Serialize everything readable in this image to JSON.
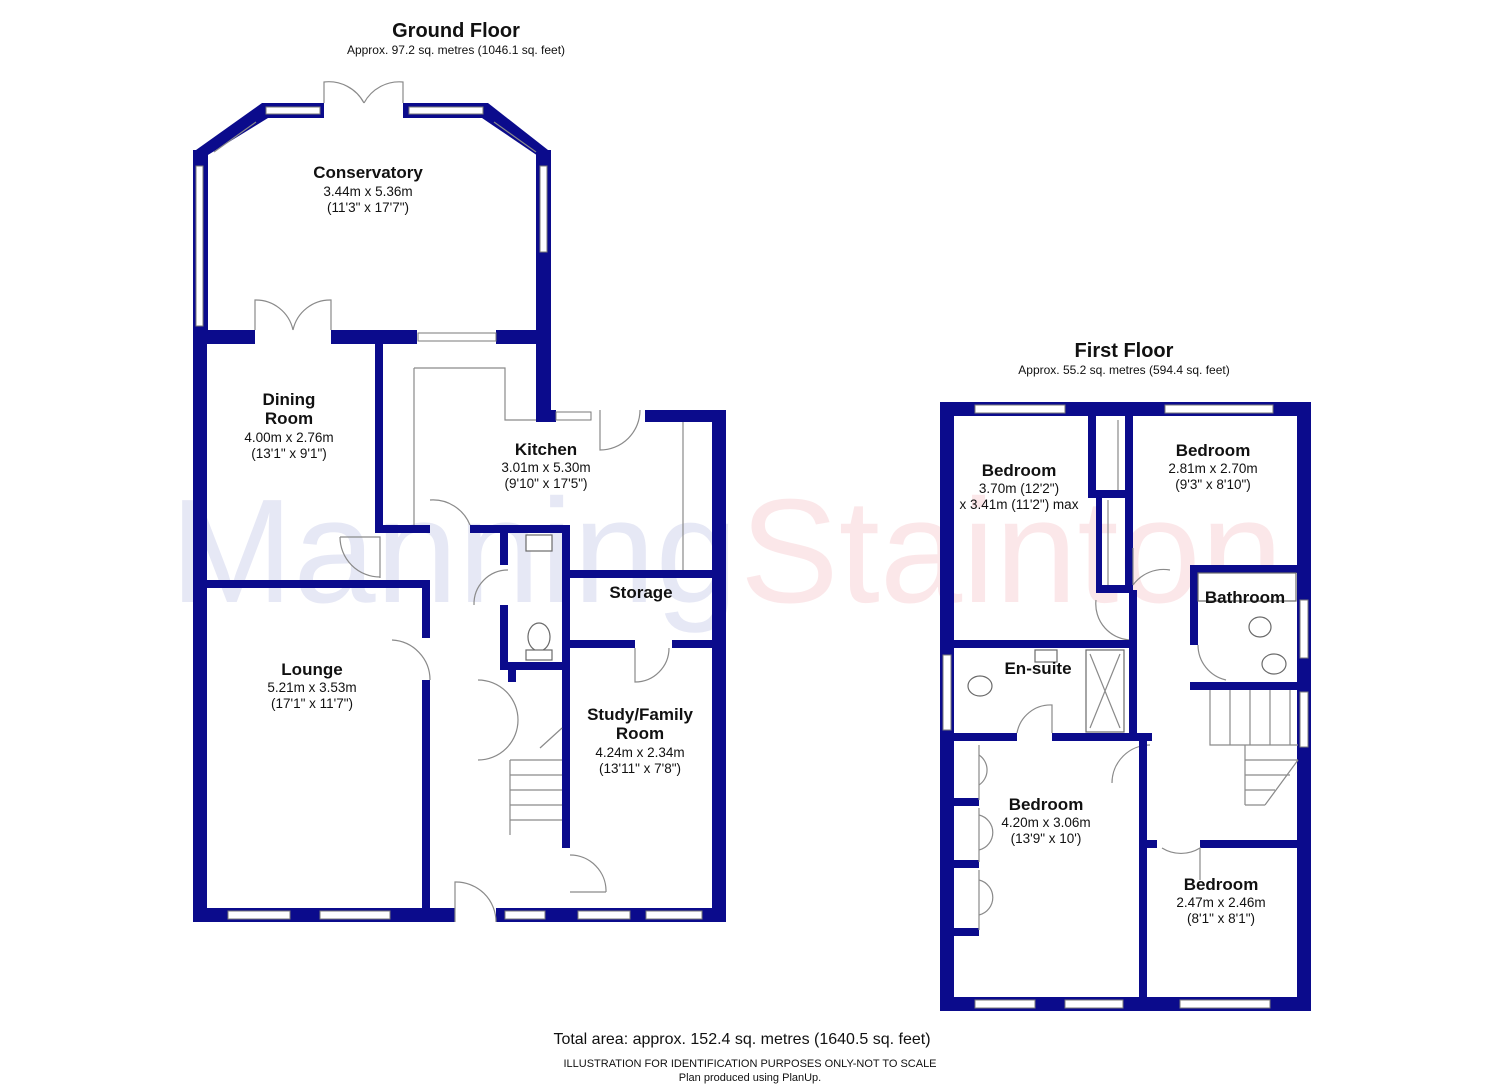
{
  "watermark": {
    "part1": "Manning",
    "part2": "Stainton"
  },
  "ground_floor": {
    "title": "Ground Floor",
    "area": "Approx. 97.2 sq. metres (1046.1 sq. feet)",
    "rooms": [
      {
        "name": "Conservatory",
        "dim_m": "3.44m x 5.36m",
        "dim_ft": "(11'3\" x 17'7\")"
      },
      {
        "name_line1": "Dining",
        "name_line2": "Room",
        "dim_m": "4.00m x 2.76m",
        "dim_ft": "(13'1\" x 9'1\")"
      },
      {
        "name": "Kitchen",
        "dim_m": "3.01m x 5.30m",
        "dim_ft": "(9'10\" x 17'5\")"
      },
      {
        "name": "Storage"
      },
      {
        "name": "Lounge",
        "dim_m": "5.21m x 3.53m",
        "dim_ft": "(17'1\" x 11'7\")"
      },
      {
        "name_line1": "Study/Family",
        "name_line2": "Room",
        "dim_m": "4.24m x 2.34m",
        "dim_ft": "(13'11\" x 7'8\")"
      }
    ]
  },
  "first_floor": {
    "title": "First Floor",
    "area": "Approx. 55.2 sq. metres (594.4 sq. feet)",
    "rooms": [
      {
        "name": "Bedroom",
        "dim_m": "3.70m (12'2\")",
        "dim_ft": "x 3.41m (11'2\") max"
      },
      {
        "name": "Bedroom",
        "dim_m": "2.81m x 2.70m",
        "dim_ft": "(9'3\" x 8'10\")"
      },
      {
        "name": "Bathroom"
      },
      {
        "name": "En-suite"
      },
      {
        "name": "Bedroom",
        "dim_m": "4.20m x 3.06m",
        "dim_ft": "(13'9\" x 10')"
      },
      {
        "name": "Bedroom",
        "dim_m": "2.47m x 2.46m",
        "dim_ft": "(8'1\" x 8'1\")"
      }
    ]
  },
  "footer": {
    "total": "Total area: approx. 152.4 sq. metres (1640.5 sq. feet)",
    "disclaimer": "ILLUSTRATION FOR IDENTIFICATION PURPOSES ONLY-NOT TO SCALE",
    "credit": "Plan produced using PlanUp."
  },
  "colors": {
    "wall": "#0b0b8c",
    "watermark_blue": "#2a38a8",
    "watermark_red": "#e03040"
  }
}
